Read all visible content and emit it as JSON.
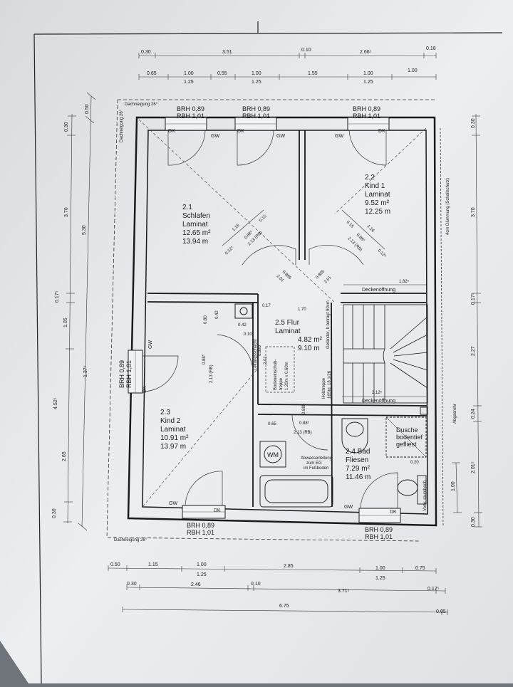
{
  "dims_top_row1": [
    "0.30",
    "3.51",
    "0.10",
    "2.66⁵",
    "0.18"
  ],
  "dims_top_row2": [
    "0.65",
    "1.00",
    "0.55",
    "1.00",
    "1.55",
    "1.00",
    "1.00"
  ],
  "dims_top_row3": [
    "1.25",
    "1.25",
    "1.25"
  ],
  "dims_left_outer": [
    "0.50",
    "5.30"
  ],
  "dims_left_mid": [
    "0.30",
    "3.70",
    "0.17⁵",
    "1.05",
    "4.52⁵",
    "2.65",
    "0.30"
  ],
  "dims_left_inner": [
    "1.37⁵"
  ],
  "dims_right": [
    "0.30",
    "3.70",
    "0.17⁵",
    "2.27",
    "0.24",
    "2.01⁵",
    "1.00",
    "0.30"
  ],
  "dims_bottom_row1": [
    "0.50",
    "1.15",
    "1.00",
    "2.85",
    "1.00",
    "0.75"
  ],
  "dims_bottom_row1b": [
    "1.25",
    "1.25"
  ],
  "dims_bottom_row2": [
    "0.30",
    "2.46",
    "0.10",
    "3.71⁵",
    "0.17⁵"
  ],
  "dims_bottom_row3": [
    "6.75",
    "0.05"
  ],
  "roof_top": "Dachneigung 26°",
  "roof_bottom": "Dachneigung 26°",
  "roof_left_vertical": "Dachneigung 26°",
  "insulation_label": "4cm Dämmung (Schallschutz)",
  "chimney_label": "Abgasrohr",
  "windows": {
    "top_left": [
      "BRH 0,89",
      "RBH 1,01"
    ],
    "top_mid": [
      "BRH 0,89",
      "RBH 1,01"
    ],
    "top_right": [
      "BRH 0,89",
      "RBH 1,01"
    ],
    "left": [
      "BRH 0,89",
      "RBH 1,01"
    ],
    "bottom_left": [
      "BRH 0,89",
      "RBH 1,01"
    ],
    "bottom_right": [
      "BRH 0,89",
      "RBH 1,01"
    ]
  },
  "tags": {
    "dk": "DK",
    "gw": "GW"
  },
  "rooms": {
    "schlafen": {
      "num": "2.1",
      "name": "Schlafen",
      "floor": "Laminat",
      "area": "12.65 m²",
      "perimeter": "13.94 m"
    },
    "kind1": {
      "num": "2.2",
      "name": "Kind 1",
      "floor": "Laminat",
      "area": "9.52 m²",
      "perimeter": "12.25 m"
    },
    "kind2": {
      "num": "2.3",
      "name": "Kind 2",
      "floor": "Laminat",
      "area": "10.91 m²",
      "perimeter": "13.97 m"
    },
    "bad": {
      "num": "2.4 Bad",
      "floor": "Fliesen",
      "area": "7.29 m²",
      "perimeter": "11.46 m"
    },
    "flur": {
      "num": "2.5 Flur",
      "floor": "Laminat",
      "area": "4.82 m²",
      "perimeter": "9.10 m"
    }
  },
  "door_labels": {
    "d1": [
      "1.16",
      "0.88⁵",
      "2.13 (RB)",
      "0.12⁵",
      "0.15"
    ],
    "d2": [
      "1.16",
      "0.88⁵",
      "2.13 (RB)",
      "0.12⁵",
      "0.15"
    ],
    "d3": [
      "0.885",
      "2.01"
    ],
    "d4": [
      "0.885",
      "2.01"
    ],
    "d5": [
      "0.88⁵",
      "2.13 (RB)"
    ],
    "d6": [
      "0.885",
      "2.01"
    ],
    "d7": [
      "0.885",
      "0.88⁵",
      "2.13 (RB)"
    ]
  },
  "misc_dims": {
    "deckenoeffnung_top_val": "1.82⁵",
    "deckenoeffnung_top": "Deckenöffnung",
    "flur_width": "1.70",
    "v017": "0.17",
    "v042a": "0.42",
    "v042b": "0.42",
    "v080": "0.80",
    "v010": "0.10",
    "v065": "0.65",
    "deckenoeffnung_low_val": "2.12⁵",
    "deckenoeffnung_low": "Deckenöffnung",
    "v020": "0.20"
  },
  "notes": {
    "bodenschub": [
      "Bodeneinschub-",
      "treppe",
      "1.20m x 0.60m"
    ],
    "leitung": "Leitungsschacht",
    "gelaender": "Geländer, h beträgt 90cm",
    "holztreppe": [
      "Holztreppe",
      "16Stg. 18.1/26"
    ],
    "wm": "WM",
    "abwasser": [
      "Abwasserleitung",
      "zum EG",
      "im Fußboden"
    ],
    "dusche": [
      "Dusche",
      "bodentief",
      "gefliest"
    ],
    "vorwand": "Vorw. raumhoch"
  }
}
